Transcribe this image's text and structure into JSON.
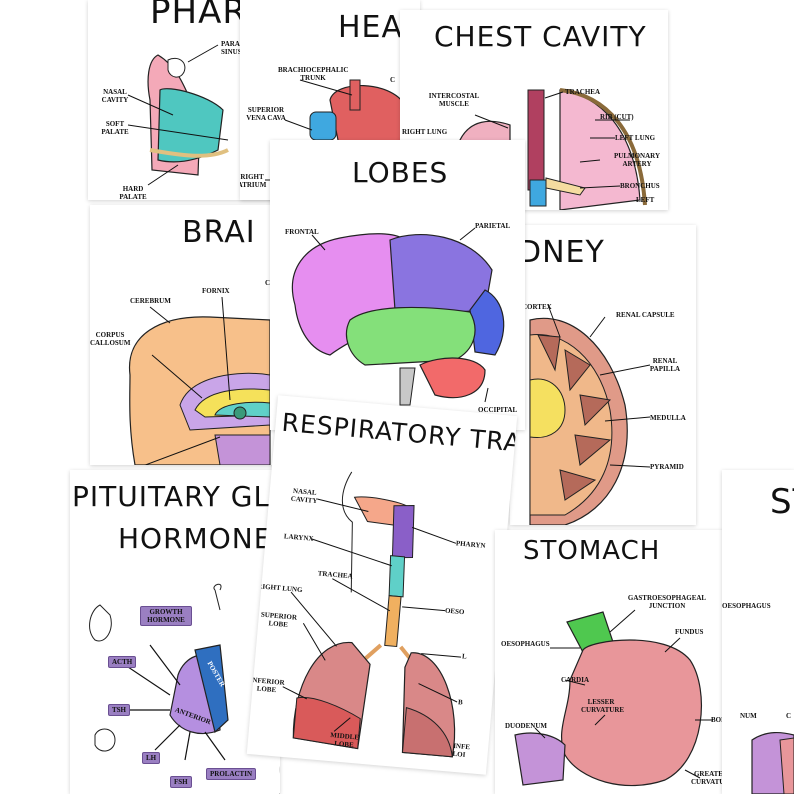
{
  "colors": {
    "purple": "#c38de8",
    "blue_lobe": "#7f6fe0",
    "green_lobe": "#7fe07f",
    "red": "#e07a74",
    "pink": "#f0b0c0",
    "teal": "#4fc7c0",
    "stomach": "#e8969a",
    "esophagus_green": "#4fc84f",
    "duodenum": "#c493d8",
    "kidney": "#e09a88",
    "hormone_pill": "#9a7fc2"
  },
  "pharynx": {
    "title": "PHARY",
    "labels": [
      "PARANASAL SINUS",
      "NASAL CAVITY",
      "SOFT PALATE",
      "HARD PALATE"
    ]
  },
  "heart": {
    "title": "HEA",
    "labels": [
      "BRACHIOCEPHALIC TRUNK",
      "SUPERIOR VENA CAVA",
      "RIGHT ATRIUM",
      "C"
    ]
  },
  "chest": {
    "title": "CHEST CAVITY",
    "labels": [
      "INTERCOSTAL MUSCLE",
      "TRACHEA",
      "RIB (CUT)",
      "RIGHT LUNG",
      "LEFT LUNG",
      "PULMONARY ARTERY",
      "BRONCHUS",
      "LEFT"
    ]
  },
  "brain": {
    "title": "BRAI",
    "labels": [
      "CEREBRUM",
      "FORNIX",
      "CORPUS CALLOSUM",
      "C"
    ]
  },
  "lobes": {
    "title": "LOBES",
    "labels": [
      "FRONTAL",
      "PARIETAL",
      "OCCIPITAL"
    ]
  },
  "kidney": {
    "title": "DNEY",
    "labels": [
      "CORTEX",
      "RENAL CAPSULE",
      "RENAL PAPILLA",
      "MEDULLA",
      "PYRAMID"
    ]
  },
  "pituitary": {
    "title_line1": "PITUITARY GLAN",
    "title_line2": "HORMONES",
    "hormones": [
      "GROWTH HORMONE",
      "ACTH",
      "TSH",
      "LH",
      "FSH",
      "PROLACTIN"
    ],
    "labels": [
      "ANTERIOR",
      "POSTER"
    ]
  },
  "respiratory": {
    "title": "RESPIRATORY TRACT",
    "labels": [
      "NASAL CAVITY",
      "PHARYN",
      "LARYNX",
      "TRACHEA",
      "OESO",
      "RIGHT LUNG",
      "SUPERIOR LOBE",
      "L",
      "INFERIOR LOBE",
      "B",
      "MIDDLE LOBE",
      "INFE LOI"
    ]
  },
  "stomach": {
    "title": "STOMACH",
    "labels": [
      "GASTROESOPHAGEAL JUNCTION",
      "OESOPHAGUS",
      "FUNDUS",
      "CARDIA",
      "LESSER CURVATURE",
      "DUODENUM",
      "BODY",
      "GREATER CURVATURE"
    ]
  },
  "stomach2": {
    "title": "ST",
    "labels": [
      "OESOPHAGUS",
      "NUM",
      "C"
    ]
  }
}
